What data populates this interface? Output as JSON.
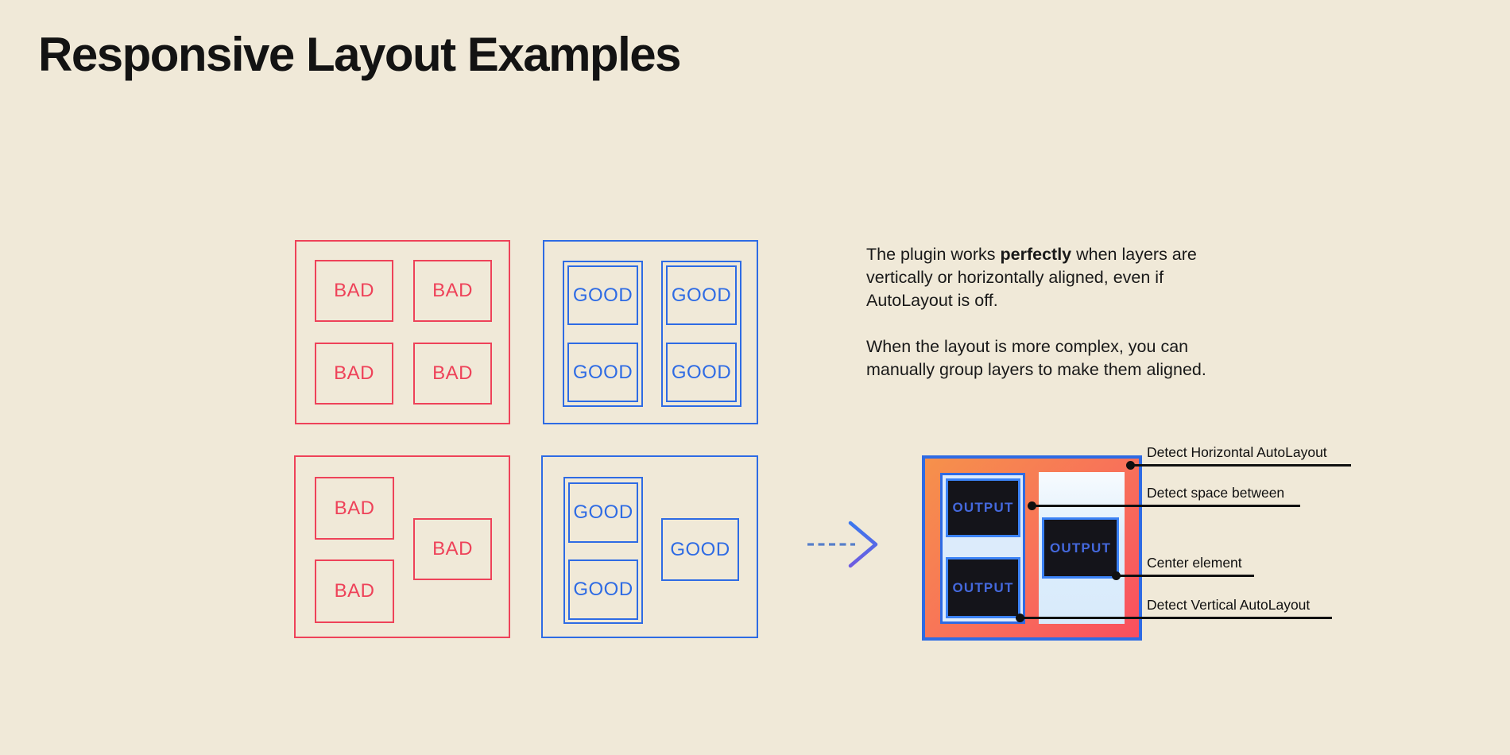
{
  "page": {
    "title": "Responsive Layout Examples",
    "background_color": "#f0e9d8"
  },
  "colors": {
    "bad_accent": "#ee4259",
    "good_accent": "#2e6be4",
    "output_border": "#2e6be4",
    "output_gradient_start": "#f6914b",
    "output_gradient_end": "#f94e5f",
    "output_cell_fill": "#14141a",
    "output_cell_text": "#4468dc",
    "light_blue_fill": "#dcebfb",
    "annotation_ink": "#101010"
  },
  "panels": {
    "bad_grid": {
      "type": "bad",
      "cells": [
        "BAD",
        "BAD",
        "BAD",
        "BAD"
      ]
    },
    "good_grid": {
      "type": "good",
      "cells": [
        "GOOD",
        "GOOD",
        "GOOD",
        "GOOD"
      ]
    },
    "bad_free": {
      "type": "bad",
      "cells": [
        "BAD",
        "BAD",
        "BAD"
      ]
    },
    "good_free": {
      "type": "good",
      "cells": [
        "GOOD",
        "GOOD",
        "GOOD"
      ]
    },
    "output": {
      "type": "output",
      "cells": [
        "OUTPUT",
        "OUTPUT",
        "OUTPUT"
      ]
    }
  },
  "description": {
    "p1_before": "The plugin works ",
    "p1_bold": "perfectly",
    "p1_after": " when layers are vertically or horizontally aligned, even if AutoLayout is off.",
    "p2": "When the layout is more complex, you can manually group layers to make them aligned."
  },
  "icons": {
    "arrow": "dashed-right-arrow"
  },
  "annotations": [
    {
      "label": "Detect Horizontal AutoLayout"
    },
    {
      "label": "Detect space between"
    },
    {
      "label": "Center element"
    },
    {
      "label": "Detect Vertical AutoLayout"
    }
  ]
}
